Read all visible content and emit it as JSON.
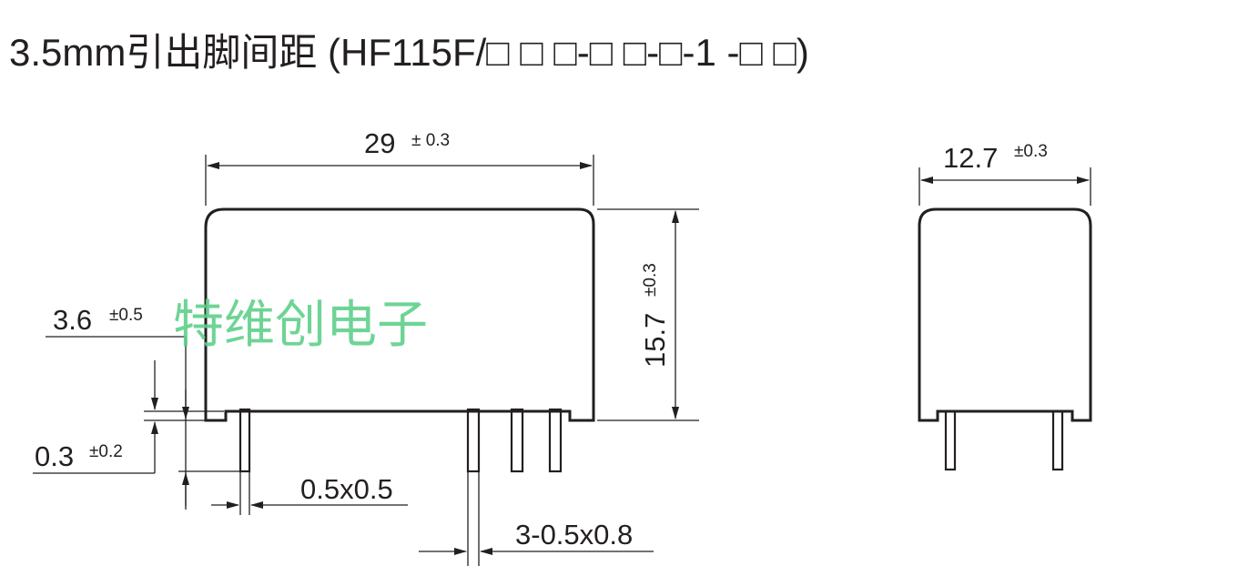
{
  "title": "3.5mm引出脚间距 (HF115F/□ □ □-□ □-□-1 -□ □)",
  "watermark": "特维创电子",
  "front_view": {
    "length": {
      "value": "29",
      "tol": "± 0.3"
    },
    "height": {
      "value": "15.7",
      "tol": "±0.3"
    },
    "pin_length": {
      "value": "3.6",
      "tol": "±0.5"
    },
    "standoff": {
      "value": "0.3",
      "tol": "±0.2"
    },
    "coil_pin_size": {
      "value": "0.5x0.5"
    },
    "contact_pin_size": {
      "value": "3-0.5x0.8"
    }
  },
  "side_view": {
    "width": {
      "value": "12.7",
      "tol": "±0.3"
    }
  },
  "colors": {
    "line": "#231f20",
    "watermark": "#5fd08a",
    "background": "#ffffff"
  }
}
